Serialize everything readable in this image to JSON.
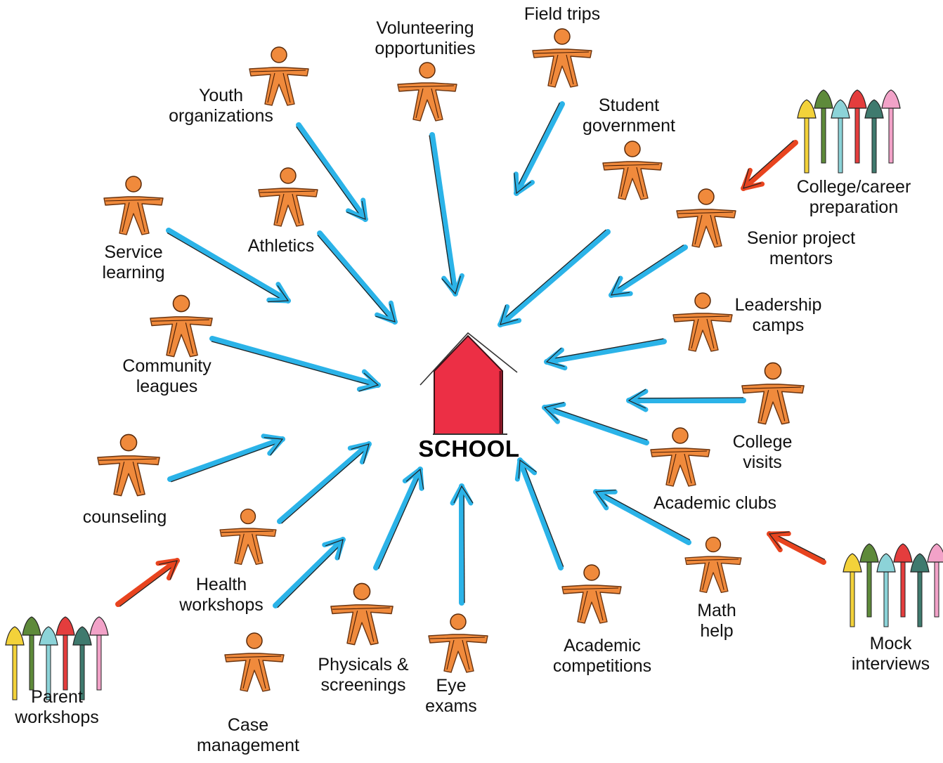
{
  "center": {
    "label": "SCHOOL"
  },
  "colors": {
    "arrow": "#2bb3e8",
    "arrow_dark": "#222222",
    "person": "#f08a3c",
    "school": "#ec2f45",
    "group_arrow": "#e8441f"
  },
  "nodes": [
    {
      "id": "field-trips",
      "lines": [
        "Field trips"
      ],
      "figure": "person"
    },
    {
      "id": "volunteering",
      "lines": [
        "Volunteering",
        "opportunities"
      ],
      "figure": "person"
    },
    {
      "id": "youth-orgs",
      "lines": [
        "Youth",
        "organizations"
      ],
      "figure": "person"
    },
    {
      "id": "student-gov",
      "lines": [
        "Student",
        "government"
      ],
      "figure": "person"
    },
    {
      "id": "athletics",
      "lines": [
        "Athletics"
      ],
      "figure": "person"
    },
    {
      "id": "service-learning",
      "lines": [
        "Service",
        "learning"
      ],
      "figure": "person"
    },
    {
      "id": "college-career",
      "lines": [
        "College/career",
        "preparation"
      ],
      "figure": "group"
    },
    {
      "id": "senior-project",
      "lines": [
        "Senior project",
        "mentors"
      ],
      "figure": "person"
    },
    {
      "id": "leadership",
      "lines": [
        "Leadership",
        "camps"
      ],
      "figure": "person"
    },
    {
      "id": "community-leagues",
      "lines": [
        "Community",
        "leagues"
      ],
      "figure": "person"
    },
    {
      "id": "college-visits",
      "lines": [
        "College",
        "visits"
      ],
      "figure": "person"
    },
    {
      "id": "counseling",
      "lines": [
        "counseling"
      ],
      "figure": "person"
    },
    {
      "id": "academic-clubs",
      "lines": [
        "Academic clubs"
      ],
      "figure": "person"
    },
    {
      "id": "health-workshops",
      "lines": [
        "Health",
        "workshops"
      ],
      "figure": "person"
    },
    {
      "id": "math-help",
      "lines": [
        "Math",
        "help"
      ],
      "figure": "person"
    },
    {
      "id": "mock-interviews",
      "lines": [
        "Mock",
        "interviews"
      ],
      "figure": "group"
    },
    {
      "id": "parent-workshops",
      "lines": [
        "Parent",
        "workshops"
      ],
      "figure": "group"
    },
    {
      "id": "physicals",
      "lines": [
        "Physicals &",
        "screenings"
      ],
      "figure": "person"
    },
    {
      "id": "eye-exams",
      "lines": [
        "Eye",
        "exams"
      ],
      "figure": "person"
    },
    {
      "id": "academic-comp",
      "lines": [
        "Academic",
        "competitions"
      ],
      "figure": "person"
    },
    {
      "id": "case-management",
      "lines": [
        "Case",
        "management"
      ],
      "figure": "person"
    }
  ]
}
